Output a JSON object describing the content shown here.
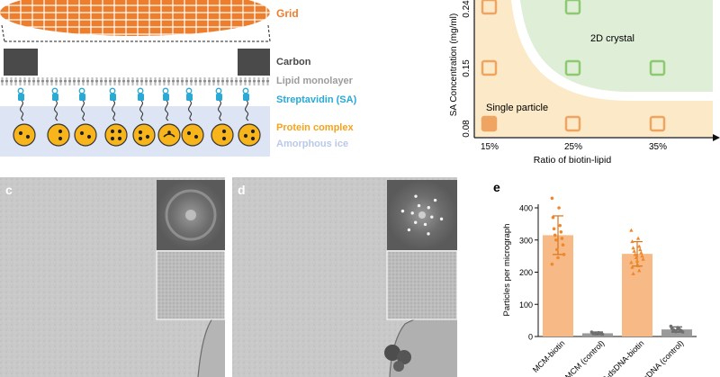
{
  "schematic": {
    "labels": {
      "grid": "Grid",
      "carbon": "Carbon",
      "lipid": "Lipid monolayer",
      "streptavidin": "Streptavidin (SA)",
      "protein": "Protein complex",
      "ice": "Amorphous ice"
    },
    "colors": {
      "grid": "#ee7d2c",
      "carbon": "#4a4a4a",
      "lipid": "#9c9c9c",
      "streptavidin": "#29a9d6",
      "protein": "#f5a21c",
      "ice": "#b9c9e8",
      "ice_bg": "#dde4f4"
    }
  },
  "phase": {
    "ylabel": "SA Concentration (mg/ml)",
    "xlabel": "Ratio of biotin-lipid",
    "yticks": [
      "0.08",
      "0.15",
      "0.24"
    ],
    "xticks": [
      "15%",
      "25%",
      "35%"
    ],
    "region_2d": "2D crystal",
    "region_single": "Single particle"
  },
  "panels": {
    "c": "c",
    "d": "d",
    "e": "e"
  },
  "chart_data": {
    "type": "bar",
    "ylabel": "Particles per micrograph",
    "ylim": [
      0,
      400
    ],
    "yticks": [
      "0",
      "100",
      "200",
      "300",
      "400"
    ],
    "categories": [
      "MCM-biotin",
      "MCM (control)",
      "TP-dsDNA-biotin",
      "TP-dsDNA (control)"
    ],
    "values": [
      315,
      10,
      257,
      22
    ],
    "errors": [
      60,
      4,
      38,
      8
    ],
    "colors": [
      "#f7b985",
      "#9a9a9a",
      "#f7b985",
      "#9a9a9a"
    ],
    "points": [
      [
        430,
        400,
        370,
        345,
        335,
        325,
        315,
        305,
        300,
        285,
        270,
        255,
        245,
        225
      ],
      [
        14,
        12,
        11,
        10,
        10,
        9,
        9,
        8,
        8,
        7
      ],
      [
        330,
        305,
        295,
        280,
        275,
        270,
        265,
        260,
        255,
        250,
        245,
        240,
        235,
        230,
        220,
        215,
        205,
        195
      ],
      [
        32,
        28,
        26,
        24,
        22,
        21,
        20,
        19,
        18,
        16,
        15,
        14
      ]
    ]
  }
}
